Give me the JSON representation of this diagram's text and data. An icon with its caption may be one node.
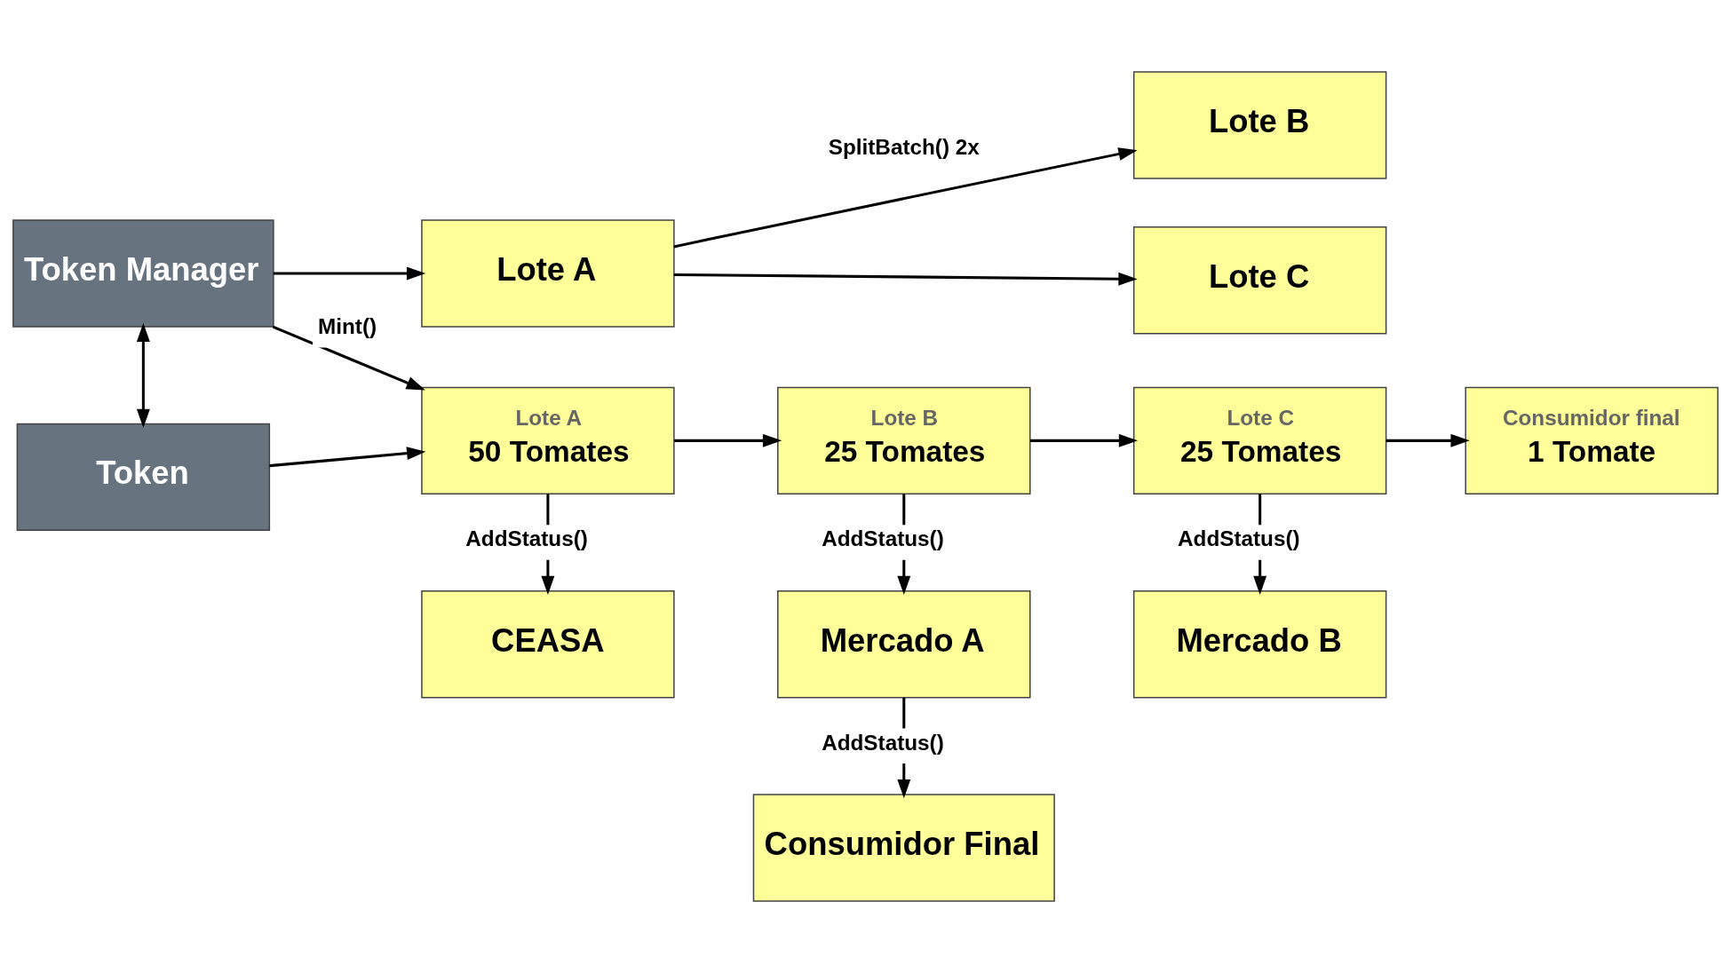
{
  "diagram": {
    "nodes": [
      {
        "text": [
          "Token Manager"
        ]
      },
      {
        "text": [
          "Lote A"
        ]
      },
      {
        "text": [
          "Lote B"
        ]
      },
      {
        "text": [
          "Lote C"
        ]
      },
      {
        "text": [
          "Token"
        ]
      },
      {
        "text": [
          "Lote A",
          "50 Tomates"
        ]
      },
      {
        "text": [
          "Lote B",
          "25 Tomates"
        ]
      },
      {
        "text": [
          "Lote C",
          "25 Tomates"
        ]
      },
      {
        "text": [
          "Consumidor final",
          "1 Tomate"
        ]
      },
      {
        "text": [
          "CEASA"
        ]
      },
      {
        "text": [
          "Mercado A"
        ]
      },
      {
        "text": [
          "Mercado B"
        ]
      },
      {
        "text": [
          "Consumidor Final"
        ]
      }
    ],
    "edges": [
      {
        "from": 0,
        "to": 1,
        "arrow": "to"
      },
      {
        "from": 0,
        "to": 5,
        "arrow": "to",
        "label": "Mint()"
      },
      {
        "from": 4,
        "to": 5,
        "arrow": "to"
      },
      {
        "from": 0,
        "to": 4,
        "arrow": "both"
      },
      {
        "from": 1,
        "to": 2,
        "arrow": "to",
        "label": "SplitBatch() 2x"
      },
      {
        "from": 1,
        "to": 3,
        "arrow": "to"
      },
      {
        "from": 5,
        "to": 6,
        "arrow": "to"
      },
      {
        "from": 6,
        "to": 7,
        "arrow": "to"
      },
      {
        "from": 7,
        "to": 8,
        "arrow": "to"
      },
      {
        "from": 5,
        "to": 9,
        "arrow": "to",
        "label": "AddStatus()"
      },
      {
        "from": 6,
        "to": 10,
        "arrow": "to",
        "label": "AddStatus()"
      },
      {
        "from": 7,
        "to": 11,
        "arrow": "to",
        "label": "AddStatus()"
      },
      {
        "from": 10,
        "to": 12,
        "arrow": "to",
        "label": "AddStatus()"
      }
    ]
  }
}
